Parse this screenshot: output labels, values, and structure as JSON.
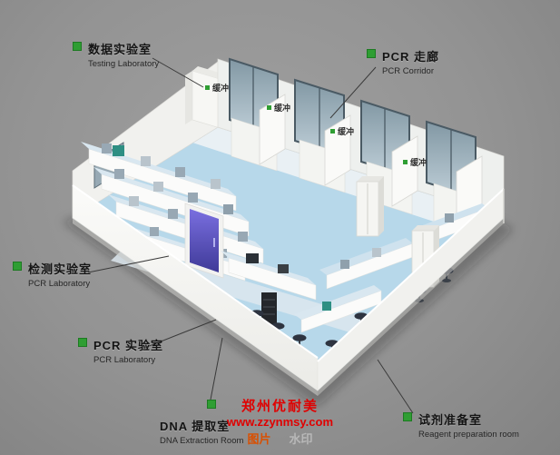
{
  "callouts": {
    "testing_laboratory": {
      "cn": "数据实验室",
      "en": "Testing Laboratory"
    },
    "pcr_corridor": {
      "cn": "PCR 走廊",
      "en": "PCR Corridor"
    },
    "detection_laboratory": {
      "cn": "检测实验室",
      "en": "PCR Laboratory"
    },
    "pcr_laboratory": {
      "cn": "PCR 实验室",
      "en": "PCR Laboratory"
    },
    "dna_extraction_room": {
      "cn": "DNA 提取室",
      "en": "DNA Extraction Room"
    },
    "reagent_preparation_room": {
      "cn": "试剂准备室",
      "en": "Reagent preparation room"
    }
  },
  "buffer": {
    "label": "缓冲"
  },
  "watermark": {
    "company": "郑州优耐美",
    "website": "www.zzynmsy.com",
    "tag_left": "图片",
    "tag_right": "水印"
  },
  "colors": {
    "bullet_green": "#2f9e33",
    "floor_blue": "#b7d8ea",
    "watermark_red": "#e00000",
    "door_purple": "#4d45b0"
  }
}
